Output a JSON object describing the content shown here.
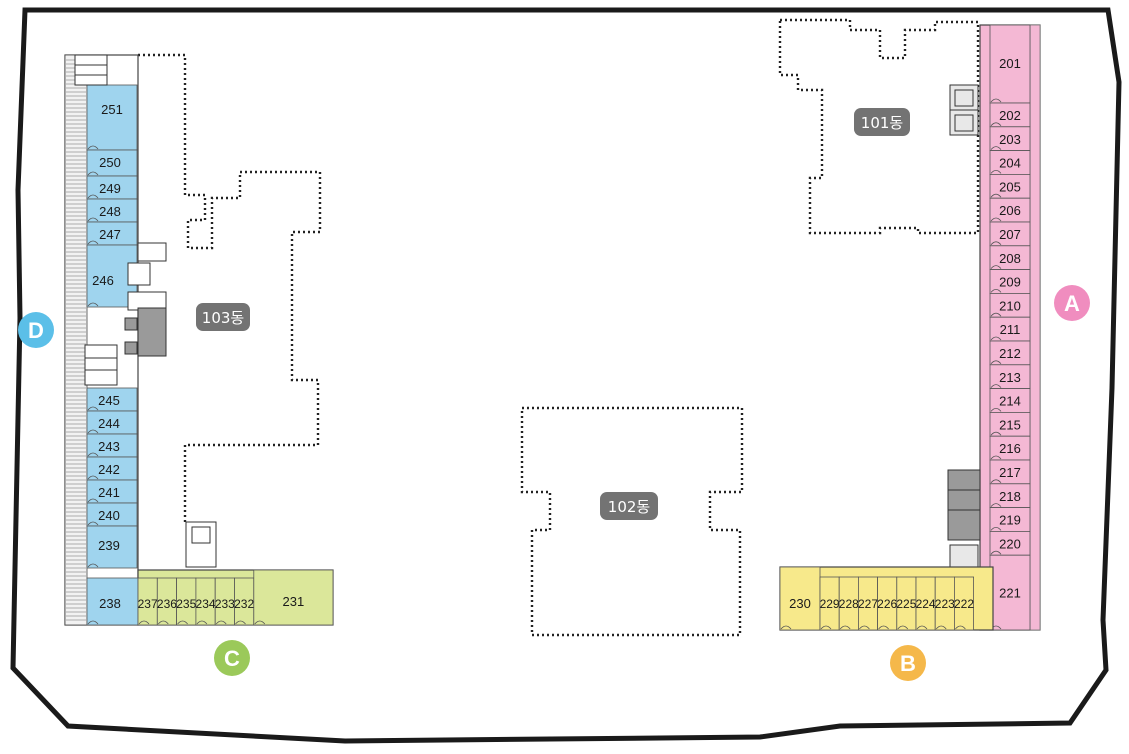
{
  "colors": {
    "zone_a": "#f4b8d4",
    "zone_b": "#f7e98b",
    "zone_c": "#dbe79a",
    "zone_d": "#9fd4ee",
    "badge_a": "#f08dbf",
    "badge_b": "#f5b84a",
    "badge_c": "#9bc95a",
    "badge_d": "#5bbfe8",
    "building_label": "#737373",
    "outline": "#1a1a1a"
  },
  "buildings": {
    "b101": "101동",
    "b102": "102동",
    "b103": "103동"
  },
  "zones": {
    "a": {
      "badge": "A",
      "units": [
        "201",
        "202",
        "203",
        "204",
        "205",
        "206",
        "207",
        "208",
        "209",
        "210",
        "211",
        "212",
        "213",
        "214",
        "215",
        "216",
        "217",
        "218",
        "219",
        "220",
        "221"
      ]
    },
    "b": {
      "badge": "B",
      "units": [
        "230",
        "229",
        "228",
        "227",
        "226",
        "225",
        "224",
        "223",
        "222"
      ]
    },
    "c": {
      "badge": "C",
      "units": [
        "238",
        "237",
        "236",
        "235",
        "234",
        "233",
        "232",
        "231"
      ]
    },
    "d": {
      "badge": "D",
      "units": [
        "251",
        "250",
        "249",
        "248",
        "247",
        "246",
        "245",
        "244",
        "243",
        "242",
        "241",
        "240",
        "239"
      ]
    }
  }
}
